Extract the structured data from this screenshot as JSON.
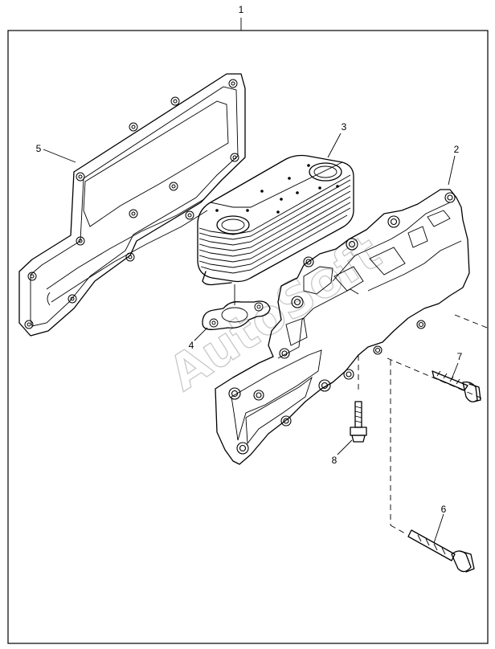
{
  "callouts": {
    "c1": "1",
    "c2": "2",
    "c3": "3",
    "c4": "4",
    "c5": "5",
    "c6": "6",
    "c7": "7",
    "c8": "8"
  },
  "watermark": "AutoSoft"
}
